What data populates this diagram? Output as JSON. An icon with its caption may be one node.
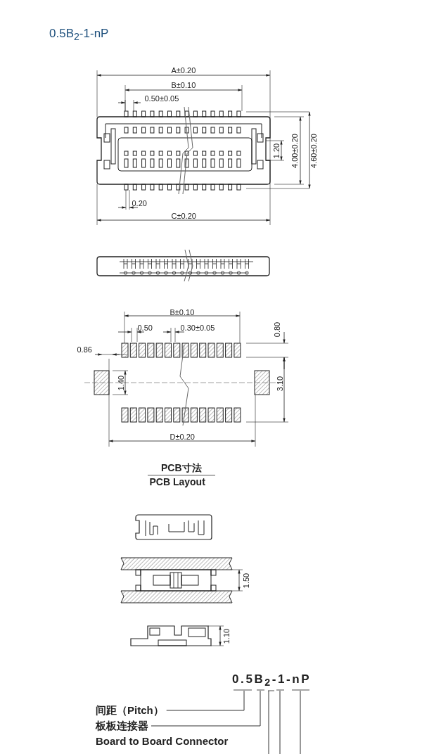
{
  "diagram": {
    "title": "0.5B$_{2}$-1-nP",
    "nodes": [
      {
        "text": [
          "0.5B$_{2}$-1-nP"
        ]
      },
      {
        "text": [
          "间距（Pitch）"
        ]
      },
      {
        "text": [
          "板板连接器",
          "Board to Board Connector"
        ]
      }
    ],
    "edges": [
      {
        "from": 1,
        "to": 0,
        "arrow": "none"
      },
      {
        "from": 2,
        "to": 0,
        "arrow": "none"
      },
      {
        "from": 0,
        "to": null,
        "arrow": "none"
      },
      {
        "from": 0,
        "to": null,
        "arrow": "none"
      },
      {
        "from": 0,
        "to": null,
        "arrow": "none"
      }
    ],
    "labels": [
      "A±0.20",
      "B±0.10",
      "0.50±0.05",
      "1.20",
      "4.00±0.20",
      "4.60±0.20",
      "0.20",
      "C±0.20",
      "B±0.10",
      "0.50",
      "0.30±0.05",
      "0.80",
      "0.86",
      "1.40",
      "3.10",
      "D±0.20",
      "PCB寸法",
      "PCB Layout",
      "1.50",
      "1.10"
    ]
  }
}
